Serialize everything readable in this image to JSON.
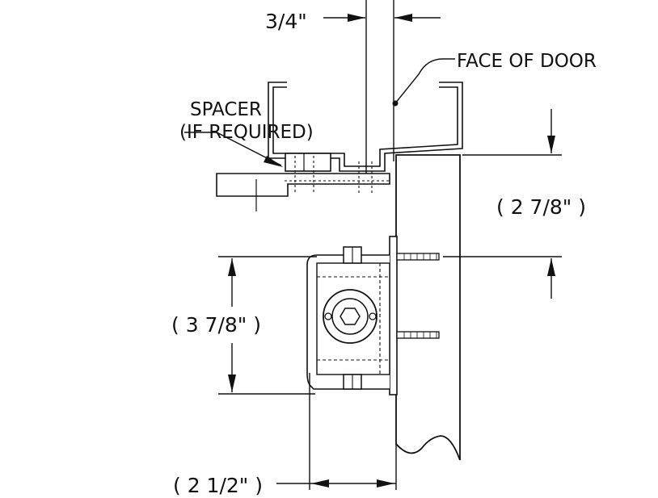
{
  "labels": {
    "top_dim": "3/4\"",
    "face_of_door": "FACE OF DOOR",
    "spacer_line1": "SPACER",
    "spacer_line2": "(IF REQUIRED)",
    "right_dim": "( 2 7/8\" )",
    "left_dim": "( 3 7/8\" )",
    "bottom_dim": "( 2 1/2\" )"
  },
  "colors": {
    "ink": "#111111",
    "background": "#ffffff"
  }
}
